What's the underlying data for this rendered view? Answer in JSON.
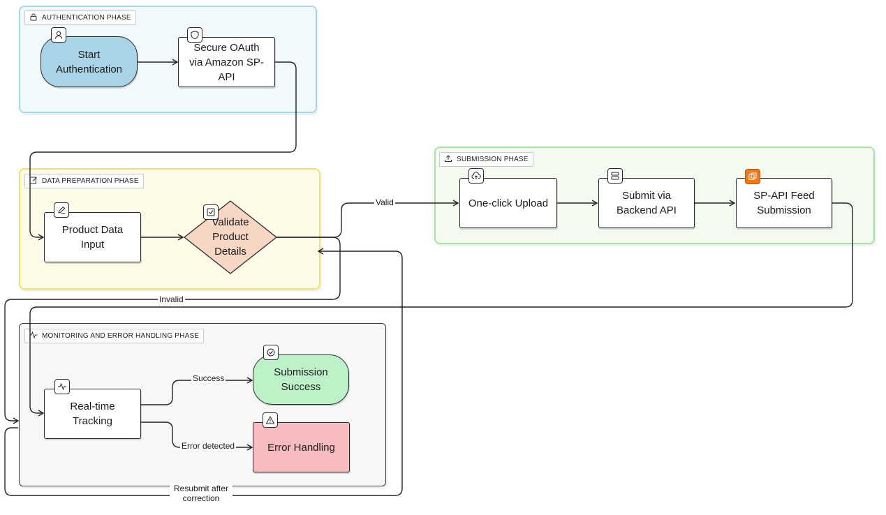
{
  "colors": {
    "auth_phase_border": "#a9d7ea",
    "auth_phase_fill": "#f1f9fc",
    "prep_phase_border": "#efe36b",
    "prep_phase_fill": "#fefce8",
    "submit_phase_border": "#a6e3a3",
    "submit_phase_fill": "#f3fbf1",
    "monitor_phase_border": "#3a3a3a",
    "monitor_phase_fill": "#f7f7f7",
    "start_fill": "#a8d4e6",
    "validate_fill": "#f7d6c4",
    "success_fill": "#bdf2c8",
    "error_fill": "#f6bcbf",
    "feed_icon_fill": "#f07a1a"
  },
  "phases": {
    "auth": {
      "label": "AUTHENTICATION PHASE",
      "icon": "lock-icon"
    },
    "prep": {
      "label": "DATA PREPARATION PHASE",
      "icon": "edit-icon"
    },
    "submit": {
      "label": "SUBMISSION PHASE",
      "icon": "upload-icon"
    },
    "monitor": {
      "label": "MONITORING AND ERROR HANDLING PHASE",
      "icon": "activity-icon"
    }
  },
  "nodes": {
    "start": {
      "line1": "Start",
      "line2": "Authentication",
      "icon": "user-icon"
    },
    "oauth": {
      "line1": "Secure OAuth",
      "line2": "via Amazon SP-",
      "line3": "API",
      "icon": "shield-icon"
    },
    "product": {
      "line1": "Product Data",
      "line2": "Input",
      "icon": "pencil-icon"
    },
    "validate": {
      "line1": "Validate",
      "line2": "Product",
      "line3": "Details",
      "icon": "check-square-icon"
    },
    "upload": {
      "line1": "One-click Upload",
      "icon": "cloud-upload-icon"
    },
    "backend": {
      "line1": "Submit via",
      "line2": "Backend API",
      "icon": "server-icon"
    },
    "feed": {
      "line1": "SP-API Feed",
      "line2": "Submission",
      "icon": "aws-icon"
    },
    "tracking": {
      "line1": "Real-time",
      "line2": "Tracking",
      "icon": "activity-icon"
    },
    "success": {
      "line1": "Submission",
      "line2": "Success",
      "icon": "check-circle-icon"
    },
    "error": {
      "line1": "Error Handling",
      "icon": "warning-icon"
    }
  },
  "edges": {
    "valid": "Valid",
    "invalid": "Invalid",
    "success": "Success",
    "error_detected": "Error detected",
    "resubmit_line1": "Resubmit after",
    "resubmit_line2": "correction"
  }
}
